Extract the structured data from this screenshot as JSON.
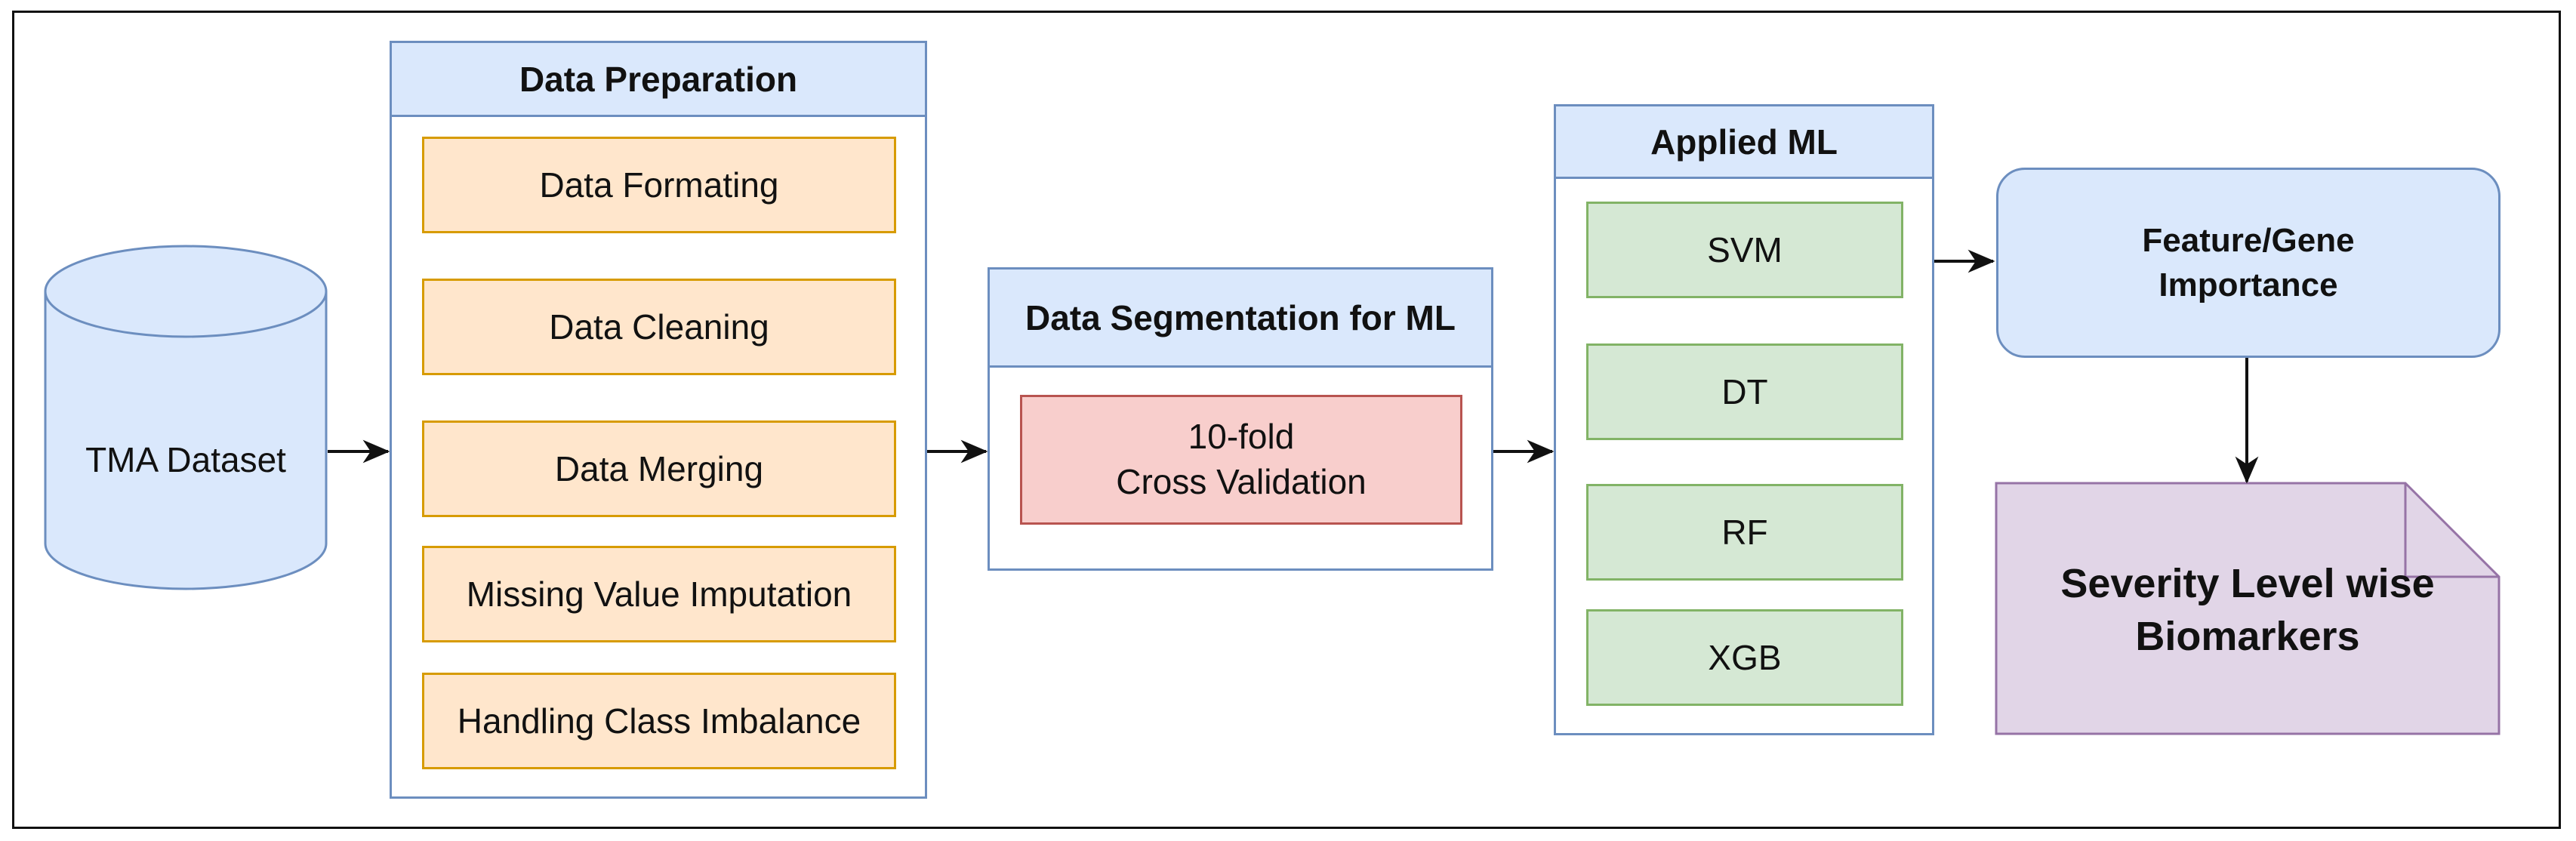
{
  "colors": {
    "blue_fill": "#dae8fc",
    "blue_stroke": "#6c8ebf",
    "orange_fill": "#ffe6cc",
    "orange_stroke": "#d79b00",
    "green_fill": "#d5e8d4",
    "green_stroke": "#82b366",
    "red_fill": "#f8cecc",
    "red_stroke": "#b85450",
    "purple_fill": "#e1d5e7",
    "purple_stroke": "#9673a6"
  },
  "dataset": {
    "label": "TMA Dataset",
    "icon": "database-cylinder-icon"
  },
  "data_preparation": {
    "title": "Data Preparation",
    "steps": [
      "Data Formating",
      "Data Cleaning",
      "Data Merging",
      "Missing Value Imputation",
      "Handling Class Imbalance"
    ]
  },
  "segmentation": {
    "title": "Data Segmentation for ML",
    "method": "10-fold\nCross Validation"
  },
  "applied_ml": {
    "title": "Applied ML",
    "models": [
      "SVM",
      "DT",
      "RF",
      "XGB"
    ]
  },
  "feature_importance": {
    "label": "Feature/Gene\nImportance"
  },
  "output": {
    "label": "Severity Level wise\nBiomarkers",
    "icon": "document-folded-corner-icon"
  }
}
